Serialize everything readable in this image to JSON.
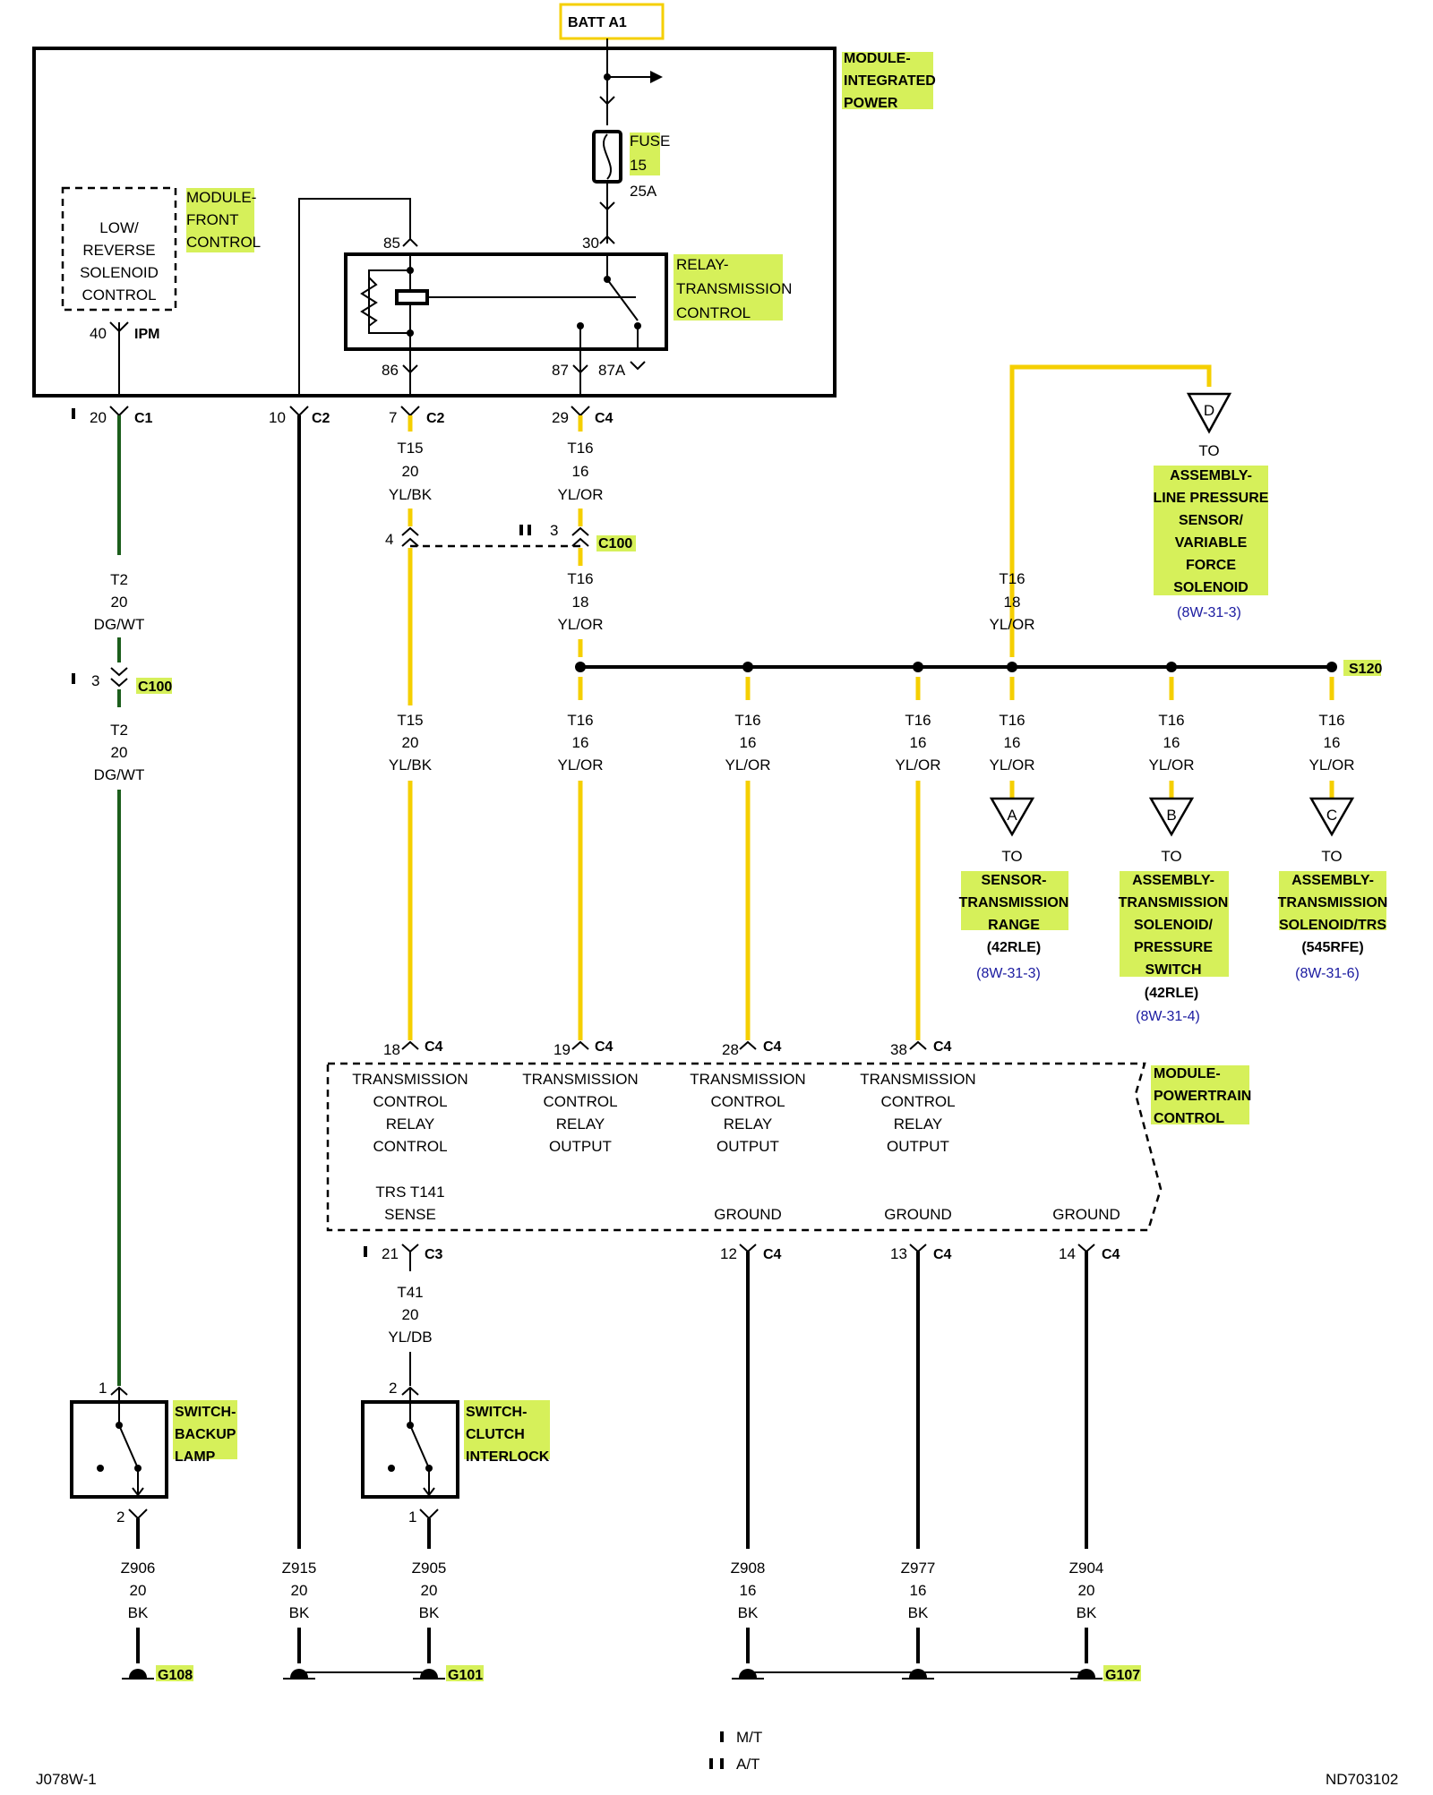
{
  "colors": {
    "yellow_wire": "#f5cf00",
    "green_wire": "#1c5e1c",
    "highlight": "#d6f05a",
    "reference_text": "#1a1aa0"
  },
  "batt": "BATT A1",
  "modules": {
    "ipm": [
      "MODULE-",
      "INTEGRATED",
      "POWER"
    ],
    "front_control": [
      "MODULE-",
      "FRONT",
      "CONTROL"
    ],
    "pcm": [
      "MODULE-",
      "POWERTRAIN",
      "CONTROL"
    ]
  },
  "low_reverse": [
    "LOW/",
    "REVERSE",
    "SOLENOID",
    "CONTROL"
  ],
  "fuse": {
    "label": [
      "FUSE",
      "15"
    ],
    "rating": "25A"
  },
  "relay": {
    "label": [
      "RELAY-",
      "TRANSMISSION",
      "CONTROL"
    ],
    "pins": {
      "p85": "85",
      "p30": "30",
      "p86": "86",
      "p87": "87",
      "p87a": "87A"
    }
  },
  "ipm_pin": {
    "num": "40",
    "conn": "IPM"
  },
  "top_connectors": [
    {
      "num": "20",
      "conn": "C1"
    },
    {
      "num": "10",
      "conn": "C2"
    },
    {
      "num": "7",
      "conn": "C2"
    },
    {
      "num": "29",
      "conn": "C4"
    }
  ],
  "c100": {
    "pin_left": "4",
    "pin_right": "3",
    "name": "C100",
    "pin_green": "3",
    "name_green": "C100"
  },
  "splice": "S120",
  "wires": {
    "t15_a": [
      "T15",
      "20",
      "YL/BK"
    ],
    "t16_a": [
      "T16",
      "16",
      "YL/OR"
    ],
    "t16_b": [
      "T16",
      "18",
      "YL/OR"
    ],
    "t16_c": [
      "T16",
      "18",
      "YL/OR"
    ],
    "t2_a": [
      "T2",
      "20",
      "DG/WT"
    ],
    "t2_b": [
      "T2",
      "20",
      "DG/WT"
    ],
    "t15_b": [
      "T15",
      "20",
      "YL/BK"
    ],
    "t16_1": [
      "T16",
      "16",
      "YL/OR"
    ],
    "t16_2": [
      "T16",
      "16",
      "YL/OR"
    ],
    "t16_3": [
      "T16",
      "16",
      "YL/OR"
    ],
    "t16_4": [
      "T16",
      "16",
      "YL/OR"
    ],
    "t16_5": [
      "T16",
      "16",
      "YL/OR"
    ],
    "t16_6": [
      "T16",
      "16",
      "YL/OR"
    ],
    "t41": [
      "T41",
      "20",
      "YL/DB"
    ],
    "z906": [
      "Z906",
      "20",
      "BK"
    ],
    "z915": [
      "Z915",
      "20",
      "BK"
    ],
    "z905": [
      "Z905",
      "20",
      "BK"
    ],
    "z908": [
      "Z908",
      "16",
      "BK"
    ],
    "z977": [
      "Z977",
      "16",
      "BK"
    ],
    "z904": [
      "Z904",
      "20",
      "BK"
    ]
  },
  "offpage": {
    "d": {
      "letter": "D",
      "to": "TO",
      "label": [
        "ASSEMBLY-",
        "LINE PRESSURE",
        "SENSOR/",
        "VARIABLE",
        "FORCE",
        "SOLENOID"
      ],
      "ref": "(8W-31-3)"
    },
    "a": {
      "letter": "A",
      "to": "TO",
      "label": [
        "SENSOR-",
        "TRANSMISSION",
        "RANGE"
      ],
      "sub": "(42RLE)",
      "ref": "(8W-31-3)"
    },
    "b": {
      "letter": "B",
      "to": "TO",
      "label": [
        "ASSEMBLY-",
        "TRANSMISSION",
        "SOLENOID/",
        "PRESSURE",
        "SWITCH"
      ],
      "sub": "(42RLE)",
      "ref": "(8W-31-4)"
    },
    "c": {
      "letter": "C",
      "to": "TO",
      "label": [
        "ASSEMBLY-",
        "TRANSMISSION",
        "SOLENOID/TRS"
      ],
      "sub": "(545RFE)",
      "ref": "(8W-31-6)"
    }
  },
  "pcm_pins": [
    {
      "num": "18",
      "conn": "C4",
      "label": [
        "TRANSMISSION",
        "CONTROL",
        "RELAY",
        "CONTROL"
      ]
    },
    {
      "num": "19",
      "conn": "C4",
      "label": [
        "TRANSMISSION",
        "CONTROL",
        "RELAY",
        "OUTPUT"
      ]
    },
    {
      "num": "28",
      "conn": "C4",
      "label": [
        "TRANSMISSION",
        "CONTROL",
        "RELAY",
        "OUTPUT"
      ]
    },
    {
      "num": "38",
      "conn": "C4",
      "label": [
        "TRANSMISSION",
        "CONTROL",
        "RELAY",
        "OUTPUT"
      ]
    }
  ],
  "pcm_bottom": [
    {
      "num": "21",
      "conn": "C3",
      "label": [
        "TRS T141",
        "SENSE"
      ]
    },
    {
      "num": "12",
      "conn": "C4",
      "label": [
        "GROUND"
      ]
    },
    {
      "num": "13",
      "conn": "C4",
      "label": [
        "GROUND"
      ]
    },
    {
      "num": "14",
      "conn": "C4",
      "label": [
        "GROUND"
      ]
    }
  ],
  "switches": {
    "backup": {
      "label": [
        "SWITCH-",
        "BACKUP",
        "LAMP"
      ],
      "pin_top": "1",
      "pin_bot": "2"
    },
    "clutch": {
      "label": [
        "SWITCH-",
        "CLUTCH",
        "INTERLOCK"
      ],
      "pin_top": "2",
      "pin_bot": "1"
    }
  },
  "grounds": {
    "g108": "G108",
    "g101": "G101",
    "g107": "G107"
  },
  "legend": {
    "mt": "M/T",
    "at": "A/T"
  },
  "footer": {
    "left": "J078W-1",
    "right": "ND703102"
  }
}
